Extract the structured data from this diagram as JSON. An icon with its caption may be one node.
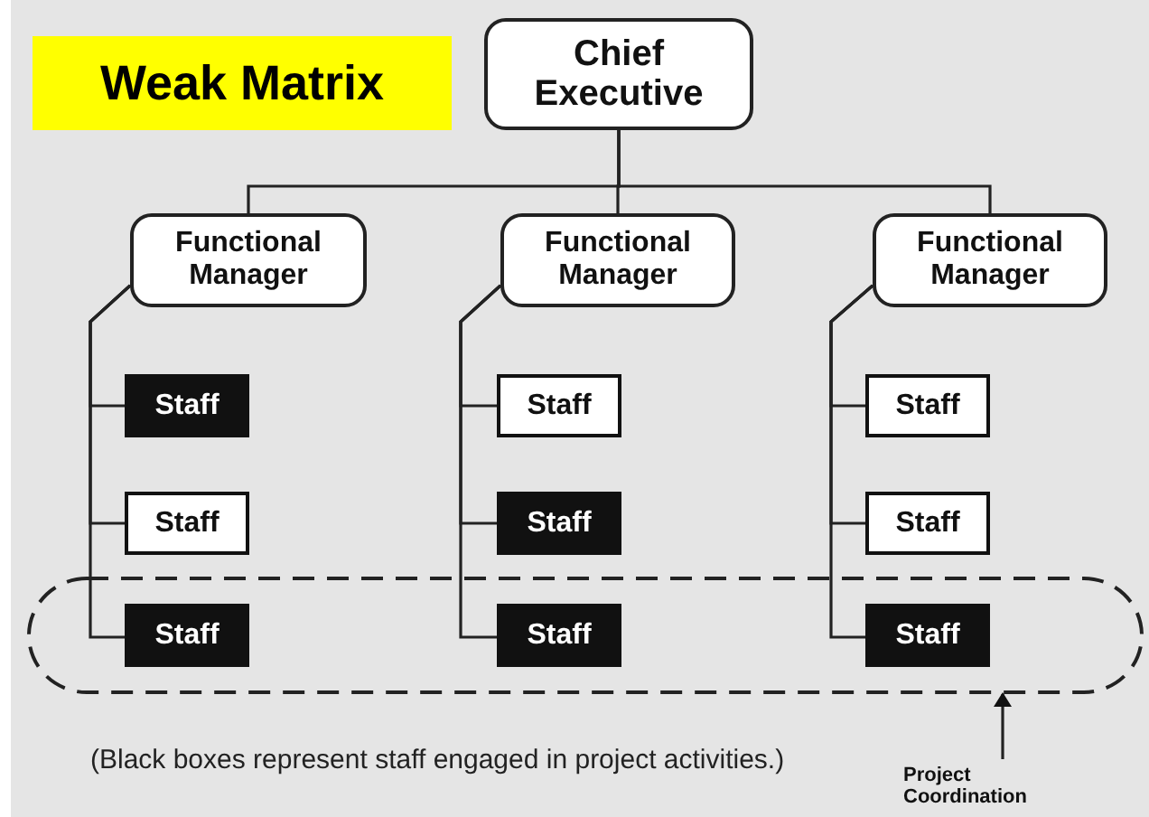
{
  "diagram": {
    "title": "Weak Matrix",
    "caption": "(Black boxes represent staff engaged in project activities.)",
    "nodes": [
      {
        "text": [
          "Chief Executive"
        ]
      },
      {
        "text": [
          "Functional Manager"
        ]
      },
      {
        "text": [
          "Functional Manager"
        ]
      },
      {
        "text": [
          "Functional Manager"
        ]
      },
      {
        "text": [
          "Staff"
        ]
      },
      {
        "text": [
          "Staff"
        ]
      },
      {
        "text": [
          "Staff"
        ],
        "in": 13
      },
      {
        "text": [
          "Staff"
        ]
      },
      {
        "text": [
          "Staff"
        ]
      },
      {
        "text": [
          "Staff"
        ],
        "in": 13
      },
      {
        "text": [
          "Staff"
        ]
      },
      {
        "text": [
          "Staff"
        ]
      },
      {
        "text": [
          "Staff"
        ],
        "in": 13
      },
      {
        "text": [],
        "shape": "oval"
      },
      {
        "text": [
          "Project Coordination"
        ]
      }
    ],
    "edges": [
      {
        "from": 0,
        "to": 1,
        "arrow": "none"
      },
      {
        "from": 0,
        "to": 2,
        "arrow": "none"
      },
      {
        "from": 0,
        "to": 3,
        "arrow": "none"
      },
      {
        "from": 1,
        "to": 4,
        "arrow": "none"
      },
      {
        "from": 1,
        "to": 5,
        "arrow": "none"
      },
      {
        "from": 1,
        "to": 6,
        "arrow": "none"
      },
      {
        "from": 2,
        "to": 7,
        "arrow": "none"
      },
      {
        "from": 2,
        "to": 8,
        "arrow": "none"
      },
      {
        "from": 2,
        "to": 9,
        "arrow": "none"
      },
      {
        "from": 3,
        "to": 10,
        "arrow": "none"
      },
      {
        "from": 3,
        "to": 11,
        "arrow": "none"
      },
      {
        "from": 3,
        "to": 12,
        "arrow": "none"
      },
      {
        "from": 14,
        "to": 13,
        "arrow": "to"
      }
    ]
  }
}
